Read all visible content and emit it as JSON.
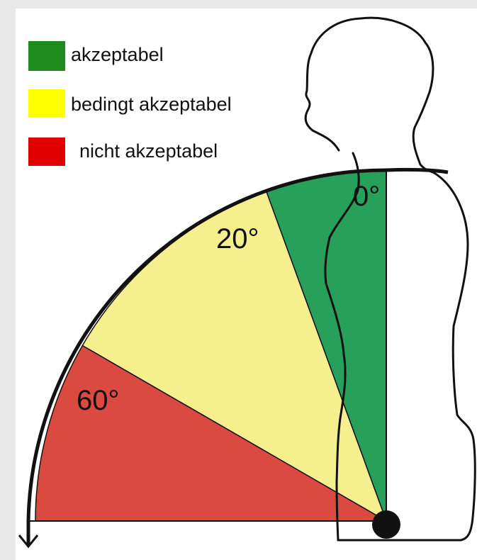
{
  "legend": {
    "items": [
      {
        "label": "akzeptabel",
        "color": "#1f8c1f"
      },
      {
        "label": "bedingt akzeptabel",
        "color": "#ffff00"
      },
      {
        "label": "nicht akzeptabel",
        "color": "#e10000"
      }
    ]
  },
  "zones": [
    {
      "name": "acceptable",
      "from_deg": 0,
      "to_deg": 20,
      "color": "#26a05a"
    },
    {
      "name": "conditionally-acceptable",
      "from_deg": 20,
      "to_deg": 60,
      "color": "#f6ef8d"
    },
    {
      "name": "not-acceptable",
      "from_deg": 60,
      "to_deg": 90,
      "color": "#da4a41"
    }
  ],
  "angle_labels": {
    "zero": "0°",
    "twenty": "20°",
    "sixty": "60°"
  }
}
